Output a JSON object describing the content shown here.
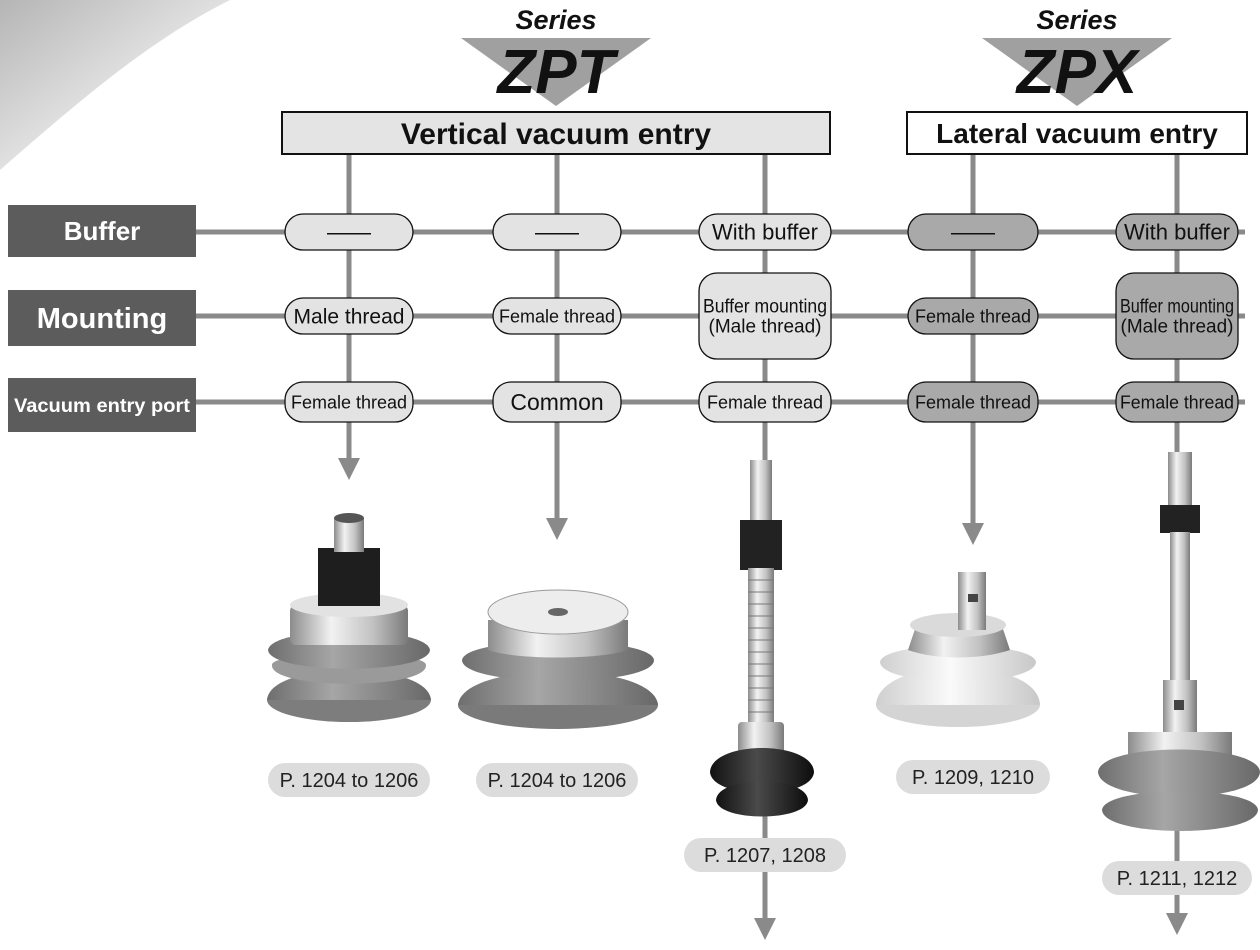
{
  "series": [
    {
      "label": "Series",
      "name": "ZPT",
      "entry": "Vertical vacuum entry"
    },
    {
      "label": "Series",
      "name": "ZPX",
      "entry": "Lateral vacuum entry"
    }
  ],
  "rows": [
    {
      "label": "Buffer"
    },
    {
      "label": "Mounting"
    },
    {
      "label": "Vacuum entry port"
    }
  ],
  "columns": [
    {
      "buffer": "——",
      "mounting": [
        "Male thread"
      ],
      "port": "Female thread",
      "page_ref": "P. 1204 to 1206",
      "shade": "light"
    },
    {
      "buffer": "——",
      "mounting": [
        "Female thread"
      ],
      "port": "Common",
      "page_ref": "P. 1204 to 1206",
      "shade": "light"
    },
    {
      "buffer": "With buffer",
      "mounting": [
        "Buffer mounting",
        "(Male thread)"
      ],
      "port": "Female thread",
      "page_ref": "P. 1207, 1208",
      "shade": "light"
    },
    {
      "buffer": "——",
      "mounting": [
        "Female thread"
      ],
      "port": "Female thread",
      "page_ref": "P. 1209, 1210",
      "shade": "dark"
    },
    {
      "buffer": "With buffer",
      "mounting": [
        "Buffer mounting",
        "(Male thread)"
      ],
      "port": "Female thread",
      "page_ref": "P. 1211, 1212",
      "shade": "dark"
    }
  ],
  "colors": {
    "line": "#8a8a8a",
    "row_label_bg": "#5c5c5c",
    "row_label_text": "#ffffff",
    "pill_light": "#e3e3e3",
    "pill_dark": "#a9a9a9",
    "header_bg": "#e4e4e4",
    "page_tag_bg": "#dcdcdc",
    "series_triangle": "#a0a0a0"
  }
}
